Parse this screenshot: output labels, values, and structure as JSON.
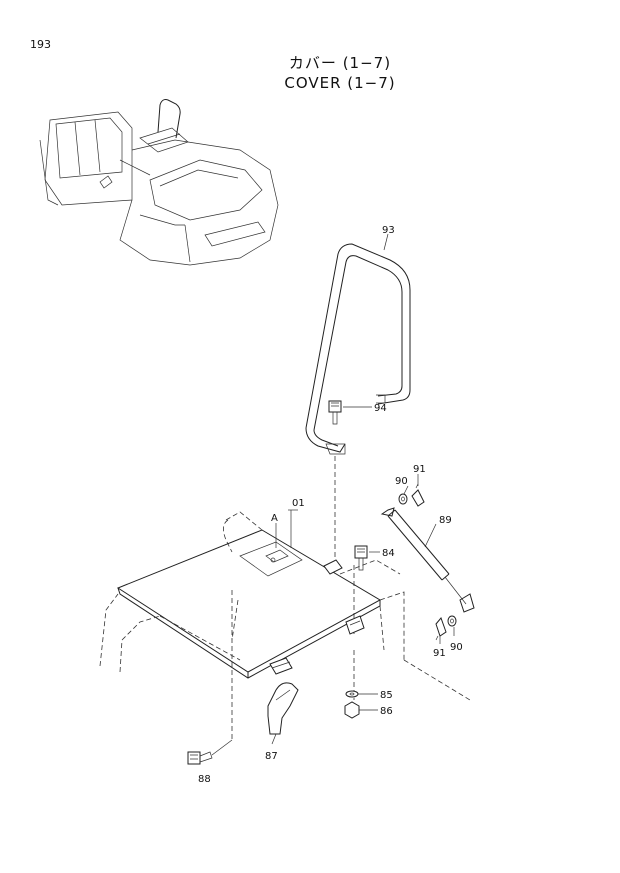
{
  "page": {
    "number": "193"
  },
  "title": {
    "jp": "カバー (1−7)",
    "en": "COVER (1−7)"
  },
  "labels": {
    "p01": "01",
    "pA": "A",
    "p84": "84",
    "p85": "85",
    "p86": "86",
    "p87": "87",
    "p88": "88",
    "p89": "89",
    "p90a": "90",
    "p90b": "90",
    "p91a": "91",
    "p91b": "91",
    "p93": "93",
    "p94": "94"
  }
}
